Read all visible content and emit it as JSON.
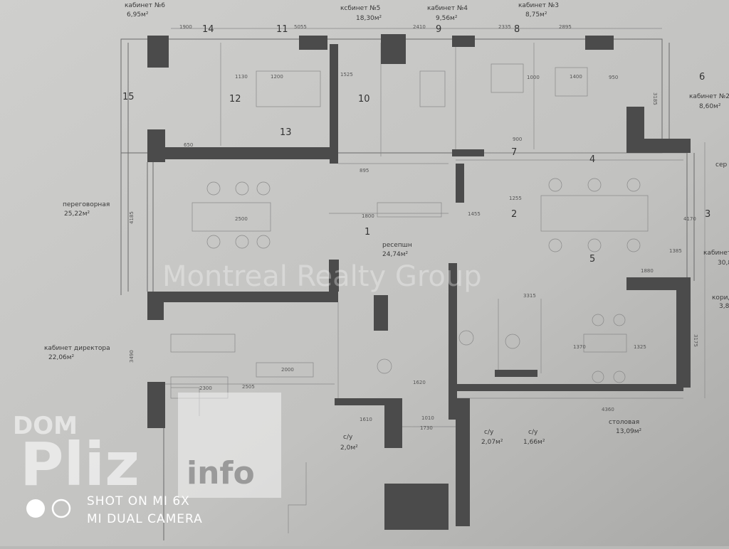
{
  "rooms": {
    "office6": {
      "name": "кабинет №6",
      "area": "6,95м²"
    },
    "office5": {
      "name": "ксбинет №5",
      "area": "18,30м²"
    },
    "office4": {
      "name": "кабинет №4",
      "area": "9,56м²"
    },
    "office3": {
      "name": "кабинет №3",
      "area": "8,75м²"
    },
    "office2": {
      "name": "кабинет №2",
      "area": "8,60м²"
    },
    "meeting": {
      "name": "переговорная",
      "area": "25,22м²"
    },
    "reception": {
      "name": "ресепшн",
      "area": "24,74м²"
    },
    "director": {
      "name": "кабинет директора",
      "area": "22,06м²"
    },
    "wc1": {
      "name": "с/у",
      "area": "2,0м²"
    },
    "wc2": {
      "name": "с/у",
      "area": "2,07м²"
    },
    "wc3": {
      "name": "с/у",
      "area": "1,66м²"
    },
    "dining": {
      "name": "столовая",
      "area": "13,09м²"
    },
    "server": {
      "name": "сер"
    },
    "office_big": {
      "name": "кабинет",
      "area": "30,8"
    },
    "corridor": {
      "name": "корид",
      "area": "3,8"
    }
  },
  "numbers": [
    "1",
    "2",
    "3",
    "4",
    "5",
    "6",
    "7",
    "8",
    "9",
    "10",
    "11",
    "12",
    "13",
    "14",
    "15"
  ],
  "dimensions": {
    "d1900": "1900",
    "d5055": "5055",
    "d2410": "2410",
    "d2335": "2335",
    "d2895": "2895",
    "d1525": "1525",
    "d1130": "1130",
    "d1200": "1200",
    "d1400": "1400",
    "d1255": "1255",
    "d1800": "1800",
    "d2500": "2500",
    "d1455": "1455",
    "d4170": "4170",
    "d1385": "1385",
    "d1880": "1880",
    "d3315": "3315",
    "d1620": "1620",
    "d2000": "2000",
    "d2300": "2300",
    "d1730": "1730",
    "d4360": "4360",
    "d3175": "3175",
    "d3185": "3185",
    "d1010": "1010",
    "d1610": "1610",
    "d2505": "2505",
    "d895": "895",
    "d650": "650",
    "d950": "950",
    "d1000": "1000",
    "d900": "900",
    "d4185": "4185",
    "d3490": "3490",
    "d1370": "1370",
    "d1325": "1325"
  },
  "watermark": {
    "text": "Montreal Realty Group",
    "dom": "DOM",
    "pliz": "Pliz",
    "info": "info"
  },
  "camera": {
    "line1": "SHOT ON MI 6X",
    "line2": "MI DUAL CAMERA"
  }
}
